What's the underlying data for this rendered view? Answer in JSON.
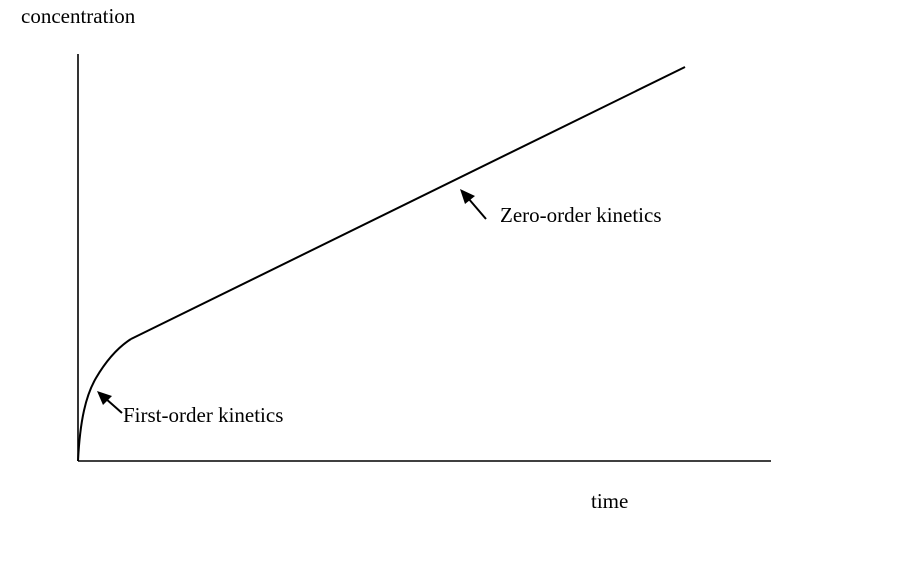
{
  "chart_data": {
    "type": "line",
    "title": "",
    "xlabel": "time",
    "ylabel": "concentration",
    "grid": false,
    "legend": null,
    "axis_ticks": false,
    "xlim": [
      0,
      1
    ],
    "ylim": [
      0,
      1
    ],
    "series": [
      {
        "name": "concentration vs time",
        "description": "Rapid curved rise (first-order) near origin, then straight linear rise (zero-order)",
        "x": [
          0.0,
          0.005,
          0.015,
          0.03,
          0.05,
          0.075,
          1.0
        ],
        "y": [
          0.0,
          0.12,
          0.2,
          0.25,
          0.28,
          0.3,
          0.97
        ]
      }
    ],
    "annotations": [
      {
        "text": "First-order kinetics",
        "arrow_target": "curved initial segment near origin"
      },
      {
        "text": "Zero-order kinetics",
        "arrow_target": "straight linear segment"
      }
    ]
  },
  "labels": {
    "ylabel": "concentration",
    "xlabel": "time",
    "zero_order": "Zero-order kinetics",
    "first_order": "First-order kinetics"
  },
  "colors": {
    "line": "#000000",
    "background": "#ffffff"
  }
}
